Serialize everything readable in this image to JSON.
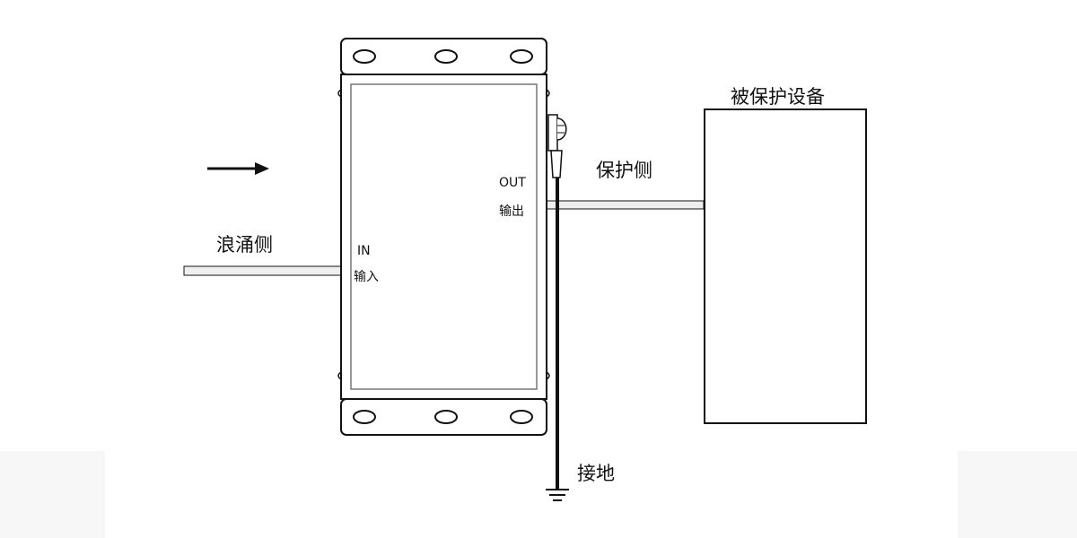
{
  "labels": {
    "surge_side": "浪涌侧",
    "in": "IN",
    "in_cn": "输入",
    "out": "OUT",
    "out_cn": "输出",
    "protected_side": "保护侧",
    "protected_equipment": "被保护设备",
    "ground": "接地"
  },
  "colors": {
    "line": "#111111",
    "cable_fill": "#eeeeee",
    "background": "#ffffff",
    "corner_shade": "#f7f7f7"
  },
  "icons": {
    "direction_arrow": "right-arrow-icon",
    "ground_symbol": "ground-icon",
    "terminal": "ground-terminal-icon"
  }
}
